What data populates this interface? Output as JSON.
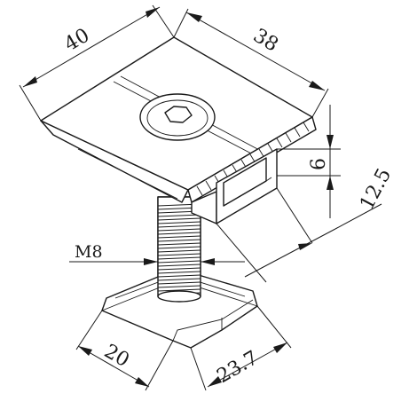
{
  "dimensions": {
    "width_top": "40",
    "length_top": "38",
    "height_slot": "6",
    "height_total": "12.5",
    "bolt": "M8",
    "nut_width": "20",
    "nut_length": "23.7"
  },
  "colors": {
    "line": "#1a1a1a",
    "background": "#ffffff"
  }
}
